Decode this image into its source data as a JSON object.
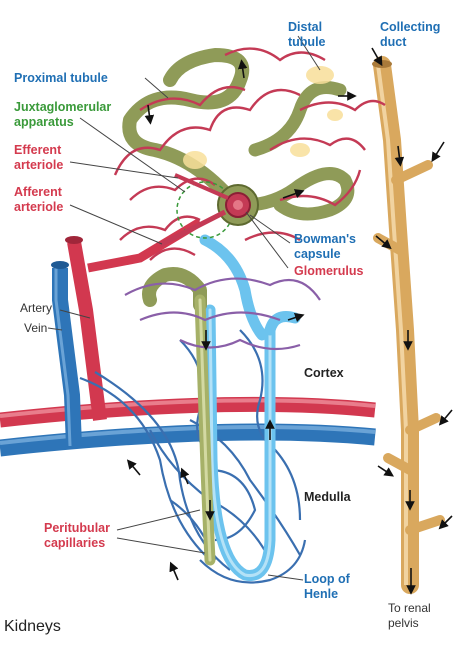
{
  "caption": "Kidneys",
  "labels": {
    "distal_1": "Distal",
    "distal_2": "tubule",
    "collecting_1": "Collecting",
    "collecting_2": "duct",
    "proximal": "Proximal tubule",
    "jga_1": "Juxtaglomerular",
    "jga_2": "apparatus",
    "efferent_1": "Efferent",
    "efferent_2": "arteriole",
    "afferent_1": "Afferent",
    "afferent_2": "arteriole",
    "bowman_1": "Bowman's",
    "bowman_2": "capsule",
    "glomerulus": "Glomerulus",
    "artery": "Artery",
    "vein": "Vein",
    "cortex": "Cortex",
    "medulla": "Medulla",
    "peritubular_1": "Peritubular",
    "peritubular_2": "capillaries",
    "loop_1": "Loop of",
    "loop_2": "Henle",
    "renal_1": "To renal",
    "renal_2": "pelvis"
  },
  "colors": {
    "artery": "#d2384f",
    "vein": "#2e75b8",
    "tubule_green": "#8f9b58",
    "tubule_light": "#b9c27d",
    "loop_blue": "#6cc3ee",
    "collecting": "#d9a85e",
    "capillary_red": "#c43a55",
    "capillary_blue": "#3a6fb0",
    "capillary_purple": "#8a5fa8",
    "highlight_yellow": "#f8df9a"
  }
}
